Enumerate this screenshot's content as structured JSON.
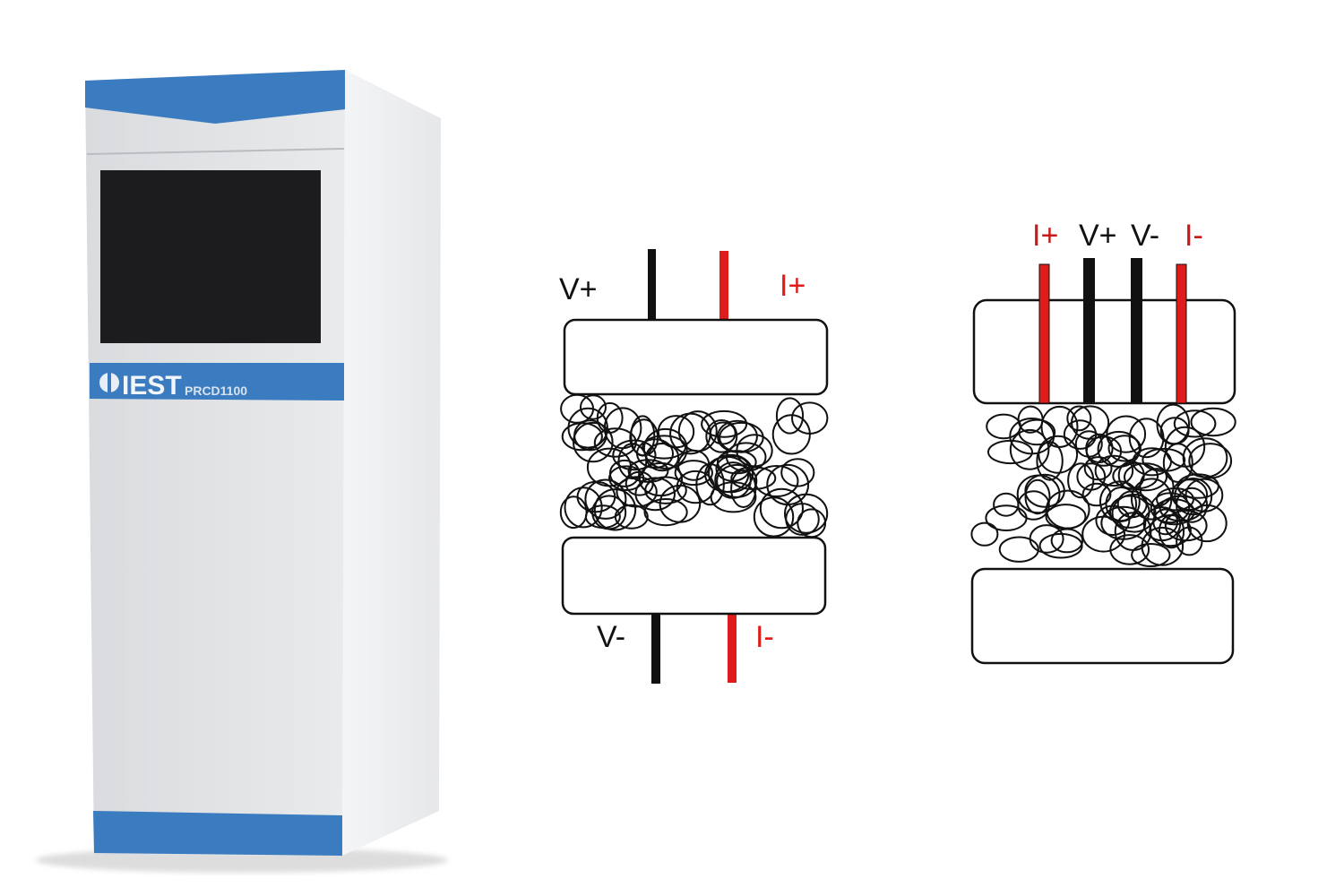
{
  "machine": {
    "brand": "IEST",
    "model": "PRCD1100"
  },
  "diagram_two_probe": {
    "top_labels": {
      "voltage": "V+",
      "current": "I+"
    },
    "bottom_labels": {
      "voltage": "V-",
      "current": "I-"
    }
  },
  "diagram_four_probe": {
    "labels": [
      "I+",
      "V+",
      "V-",
      "I-"
    ]
  },
  "colors": {
    "brand_blue": "#3b7bbf",
    "current_wire": "#e01b1b",
    "voltage_wire": "#111111",
    "cabinet_front": "#e3e5e8",
    "cabinet_side": "#f0f1f3",
    "screen": "#1c1c1e"
  }
}
